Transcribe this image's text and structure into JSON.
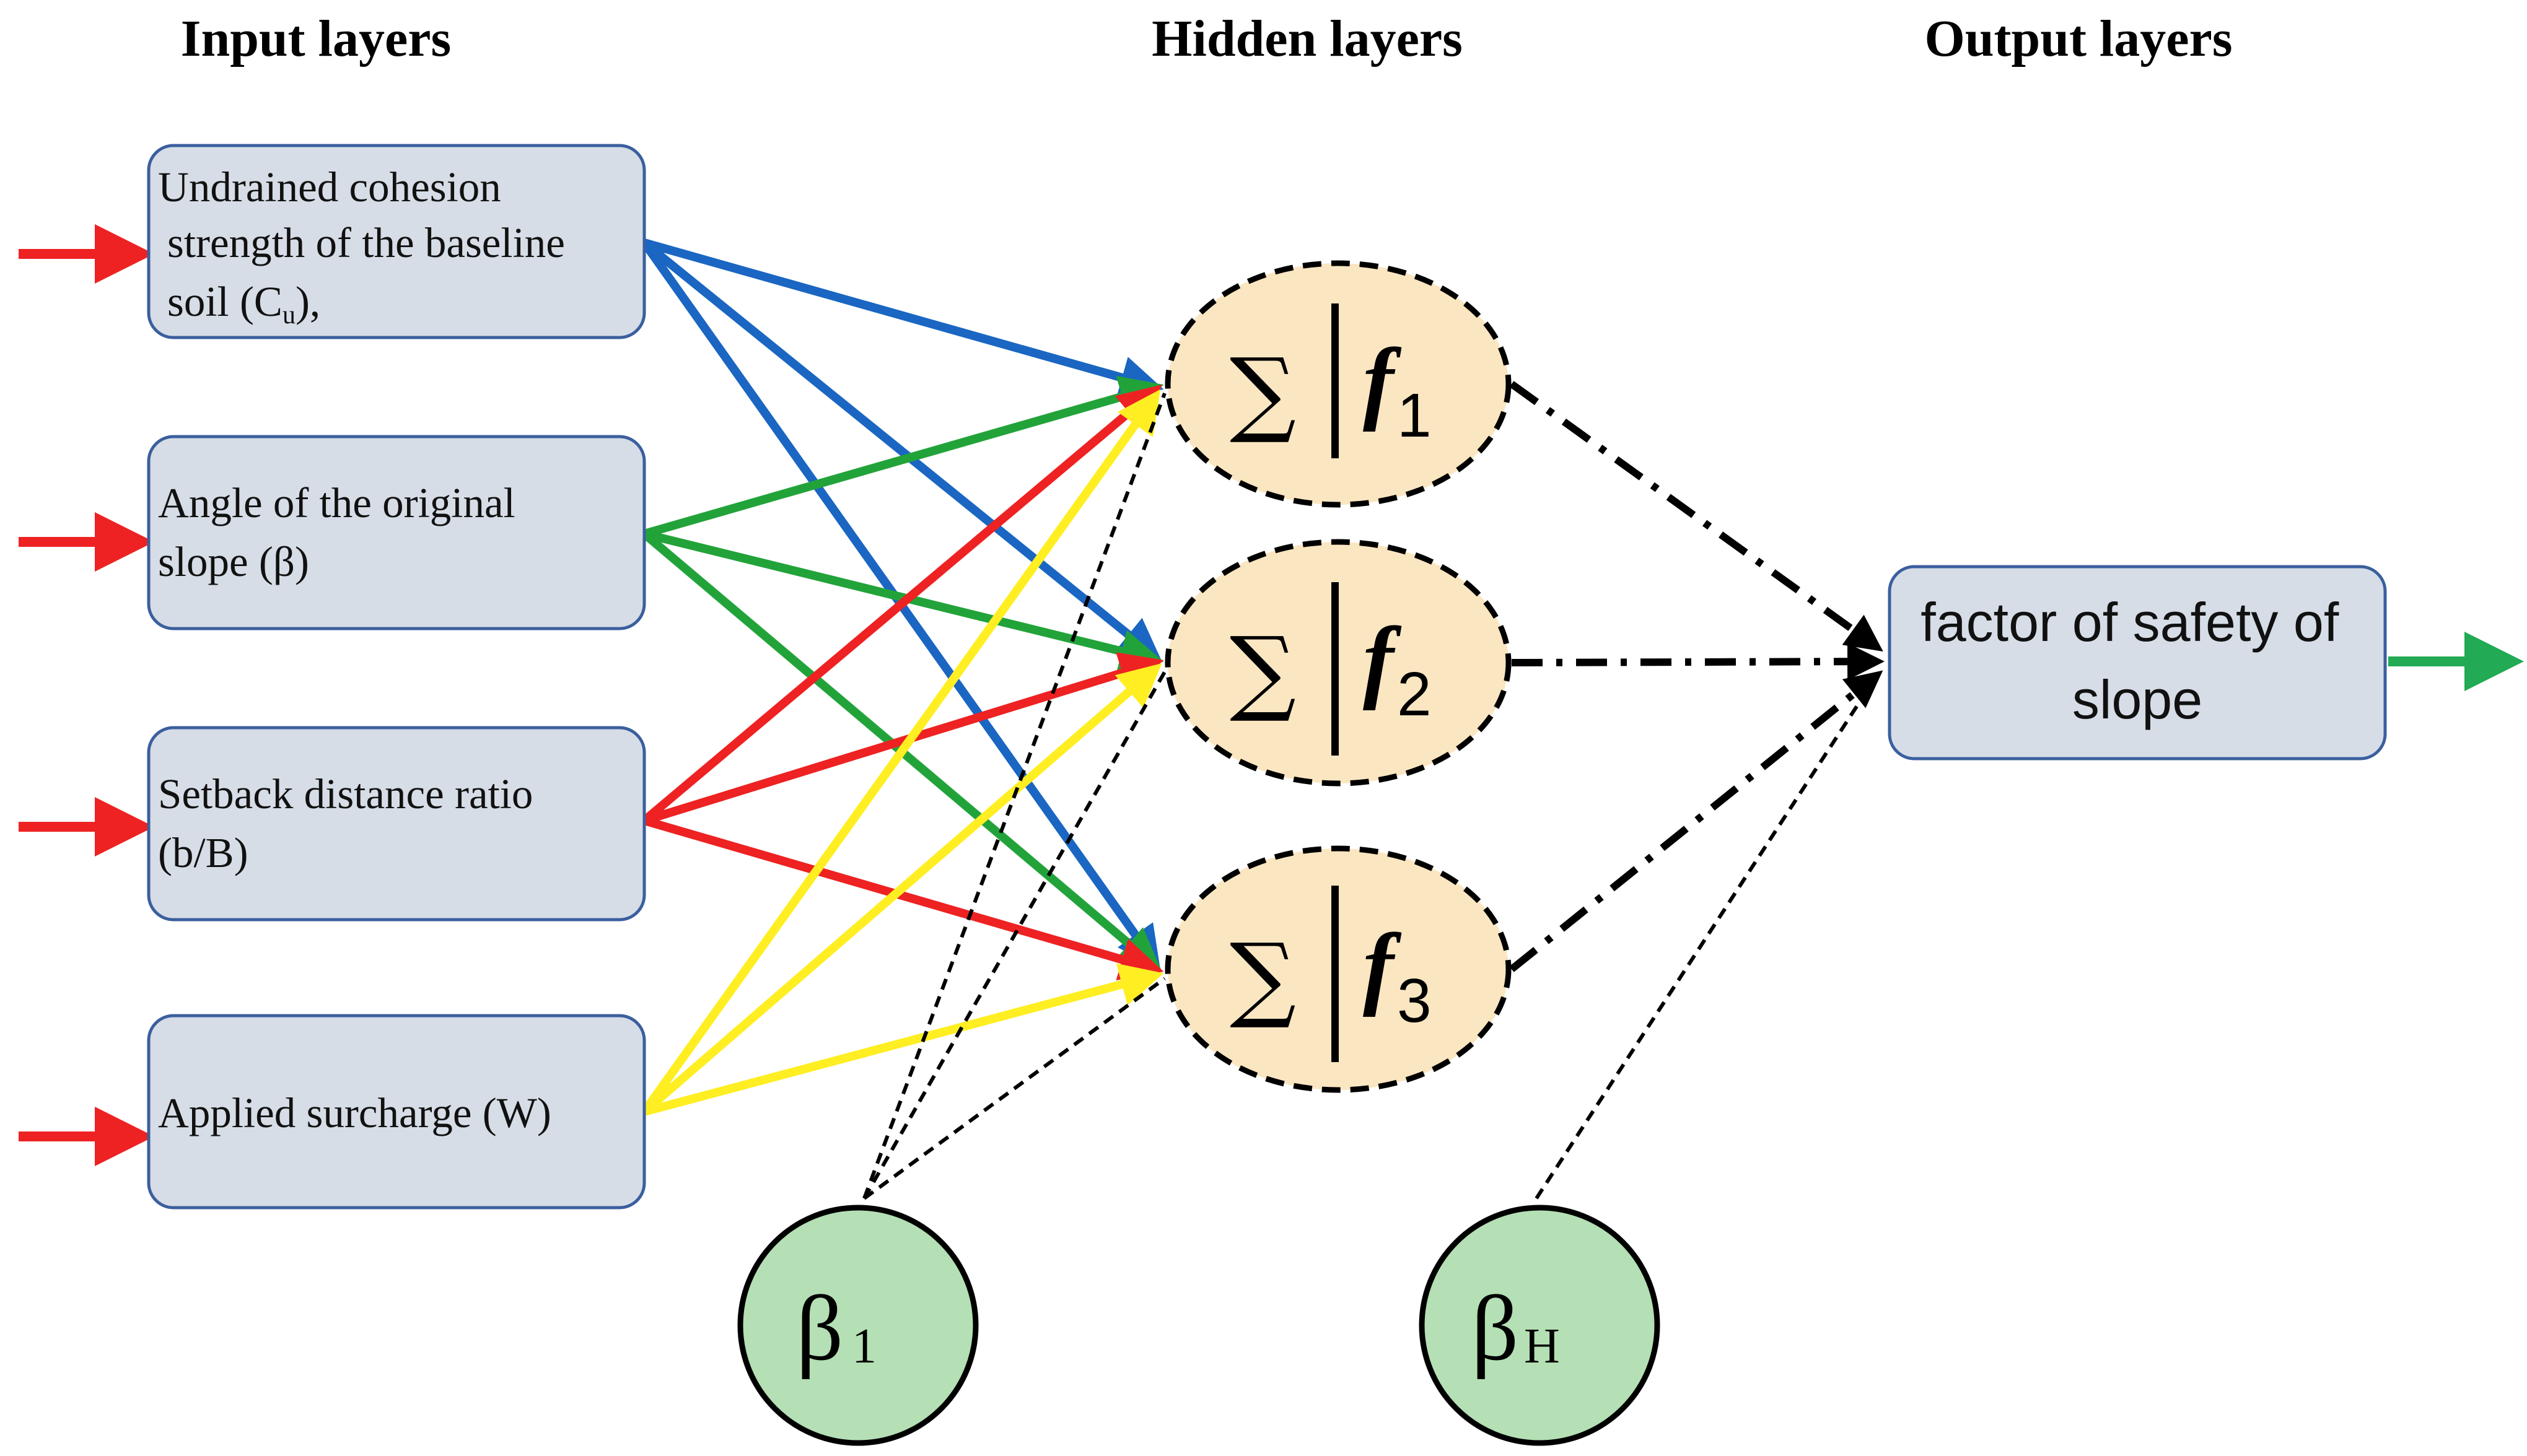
{
  "headers": {
    "input": "Input layers",
    "hidden": "Hidden layers",
    "output": "Output layers"
  },
  "inputs": [
    {
      "lines": [
        "Undrained cohesion",
        "strength of the baseline",
        "soil (C"
      ],
      "sub": "u",
      "tail": "),",
      "edge_color": "#1a66c2"
    },
    {
      "lines": [
        "Angle of the original",
        "slope (β)"
      ],
      "edge_color": "#22a33a"
    },
    {
      "lines": [
        "Setback distance ratio",
        "(b/B)"
      ],
      "edge_color": "#ee2222"
    },
    {
      "lines": [
        "Applied surcharge (W)"
      ],
      "edge_color": "#ffee22"
    }
  ],
  "hidden_nodes": [
    {
      "sigma": "∑",
      "f": "f",
      "index": "1"
    },
    {
      "sigma": "∑",
      "f": "f",
      "index": "2"
    },
    {
      "sigma": "∑",
      "f": "f",
      "index": "3"
    }
  ],
  "output": {
    "lines": [
      "factor of safety of",
      "slope"
    ]
  },
  "biases": [
    {
      "symbol": "β",
      "sub": "1"
    },
    {
      "symbol": "β",
      "sub": "H"
    }
  ],
  "colors": {
    "box_fill": "#d6dde6",
    "box_stroke": "#3b5f9e",
    "hidden_fill": "#fbe6c2",
    "bias_fill": "#b5dfb5",
    "input_arrow": "#ee2222",
    "output_arrow": "#22aa55"
  }
}
